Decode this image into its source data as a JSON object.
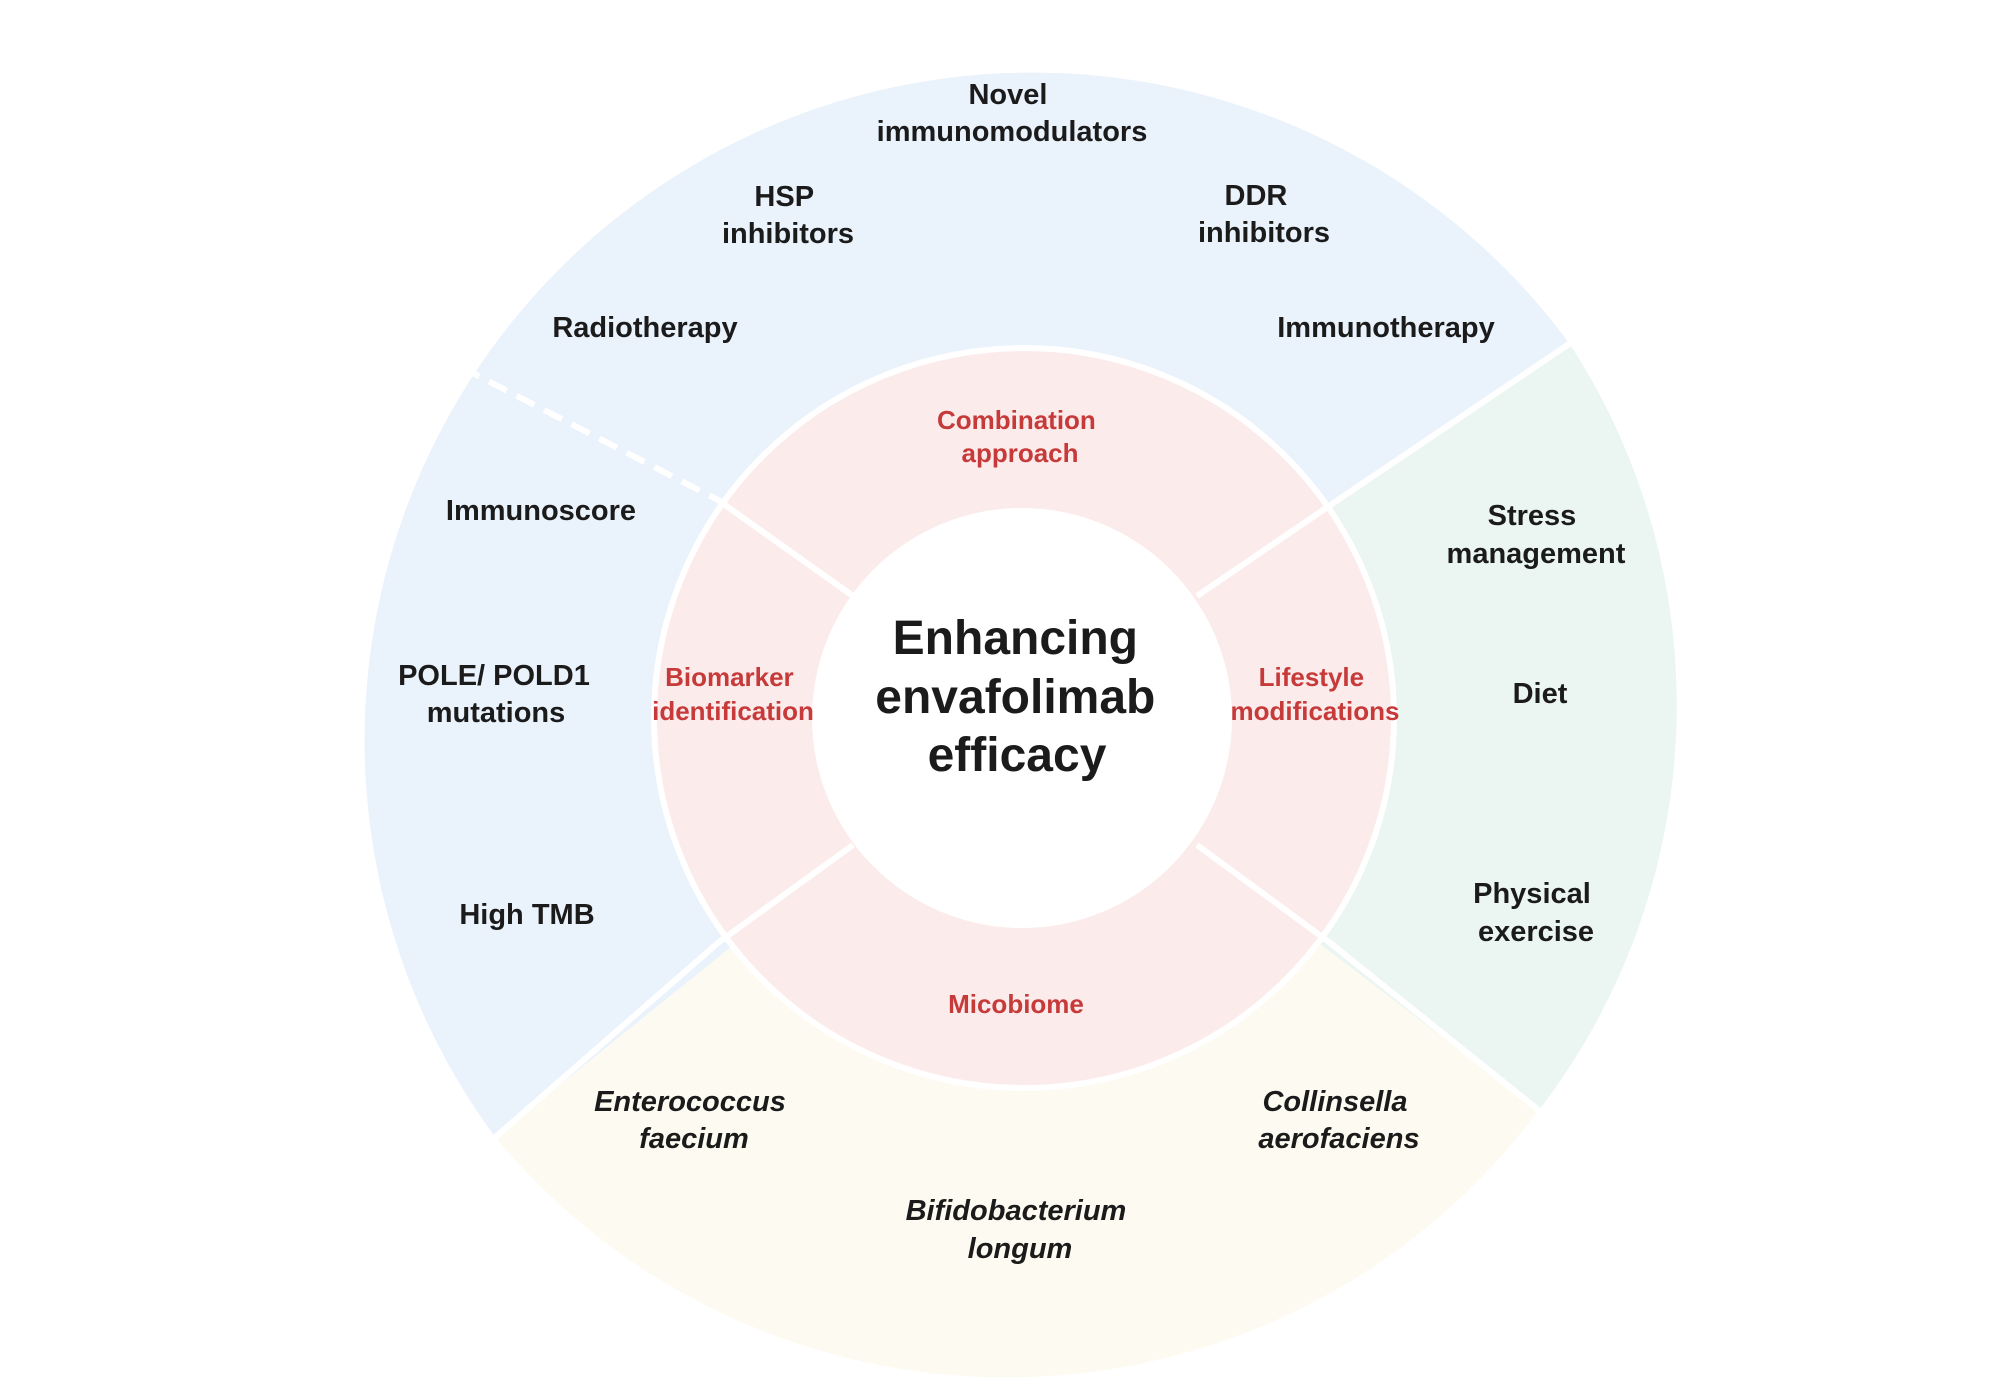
{
  "center": {
    "line1": "Enhancing",
    "line2": "envafolimab",
    "line3": "efficacy"
  },
  "middle_ring": {
    "combination": {
      "line1": "Combination",
      "line2": "approach"
    },
    "lifestyle": {
      "line1": "Lifestyle",
      "line2": "modifications"
    },
    "microbiome": {
      "line1": "Micobiome"
    },
    "biomarker": {
      "line1": "Biomarker",
      "line2": "identification"
    }
  },
  "outer_ring": {
    "combination": {
      "novel": {
        "line1": "Novel",
        "line2": "immunomodulators"
      },
      "hsp": {
        "line1": "HSP",
        "line2": "inhibitors"
      },
      "ddr": {
        "line1": "DDR",
        "line2": "inhibitors"
      },
      "radiotherapy": "Radiotherapy",
      "immunotherapy": "Immunotherapy"
    },
    "lifestyle": {
      "stress": {
        "line1": "Stress",
        "line2": "management"
      },
      "diet": "Diet",
      "exercise": {
        "line1": "Physical",
        "line2": "exercise"
      }
    },
    "microbiome": {
      "enterococcus": {
        "line1": "Enterococcus",
        "line2": "faecium"
      },
      "collinsella": {
        "line1": "Collinsella",
        "line2": "aerofaciens"
      },
      "bifidobacterium": {
        "line1": "Bifidobacterium",
        "line2": "longum"
      }
    },
    "biomarker": {
      "immunoscore": "Immunoscore",
      "pole": {
        "line1": "POLE/ POLD1",
        "line2": "mutations"
      },
      "tmb": "High TMB"
    }
  },
  "colors": {
    "combination_sector": "#eaf2fc",
    "lifestyle_sector": "#ebf5f1",
    "microbiome_sector": "#fdfbf1",
    "middle_ring": "#fcebeb",
    "ring_text": "#c73a3a",
    "text": "#1b1b1b",
    "divider": "#ffffff"
  }
}
